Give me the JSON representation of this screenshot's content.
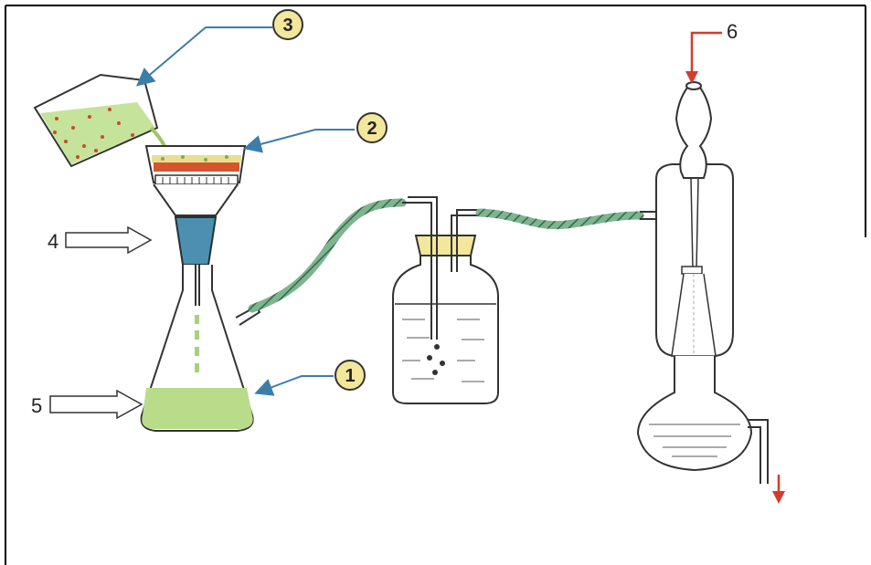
{
  "diagram": {
    "labels": {
      "one": "1",
      "two": "2",
      "three": "3",
      "four": "4",
      "five": "5",
      "six": "6"
    },
    "colors": {
      "stroke": "#333333",
      "pointer_blue": "#3b7ea8",
      "arrow_red": "#d63a2c",
      "filtrate_green": "#b9dc8a",
      "hose_green": "#4f8f6c",
      "marker_yellow": "#f2e79a",
      "stopper_blue": "#4d8fb0",
      "residue_red": "#c94a2a"
    }
  }
}
